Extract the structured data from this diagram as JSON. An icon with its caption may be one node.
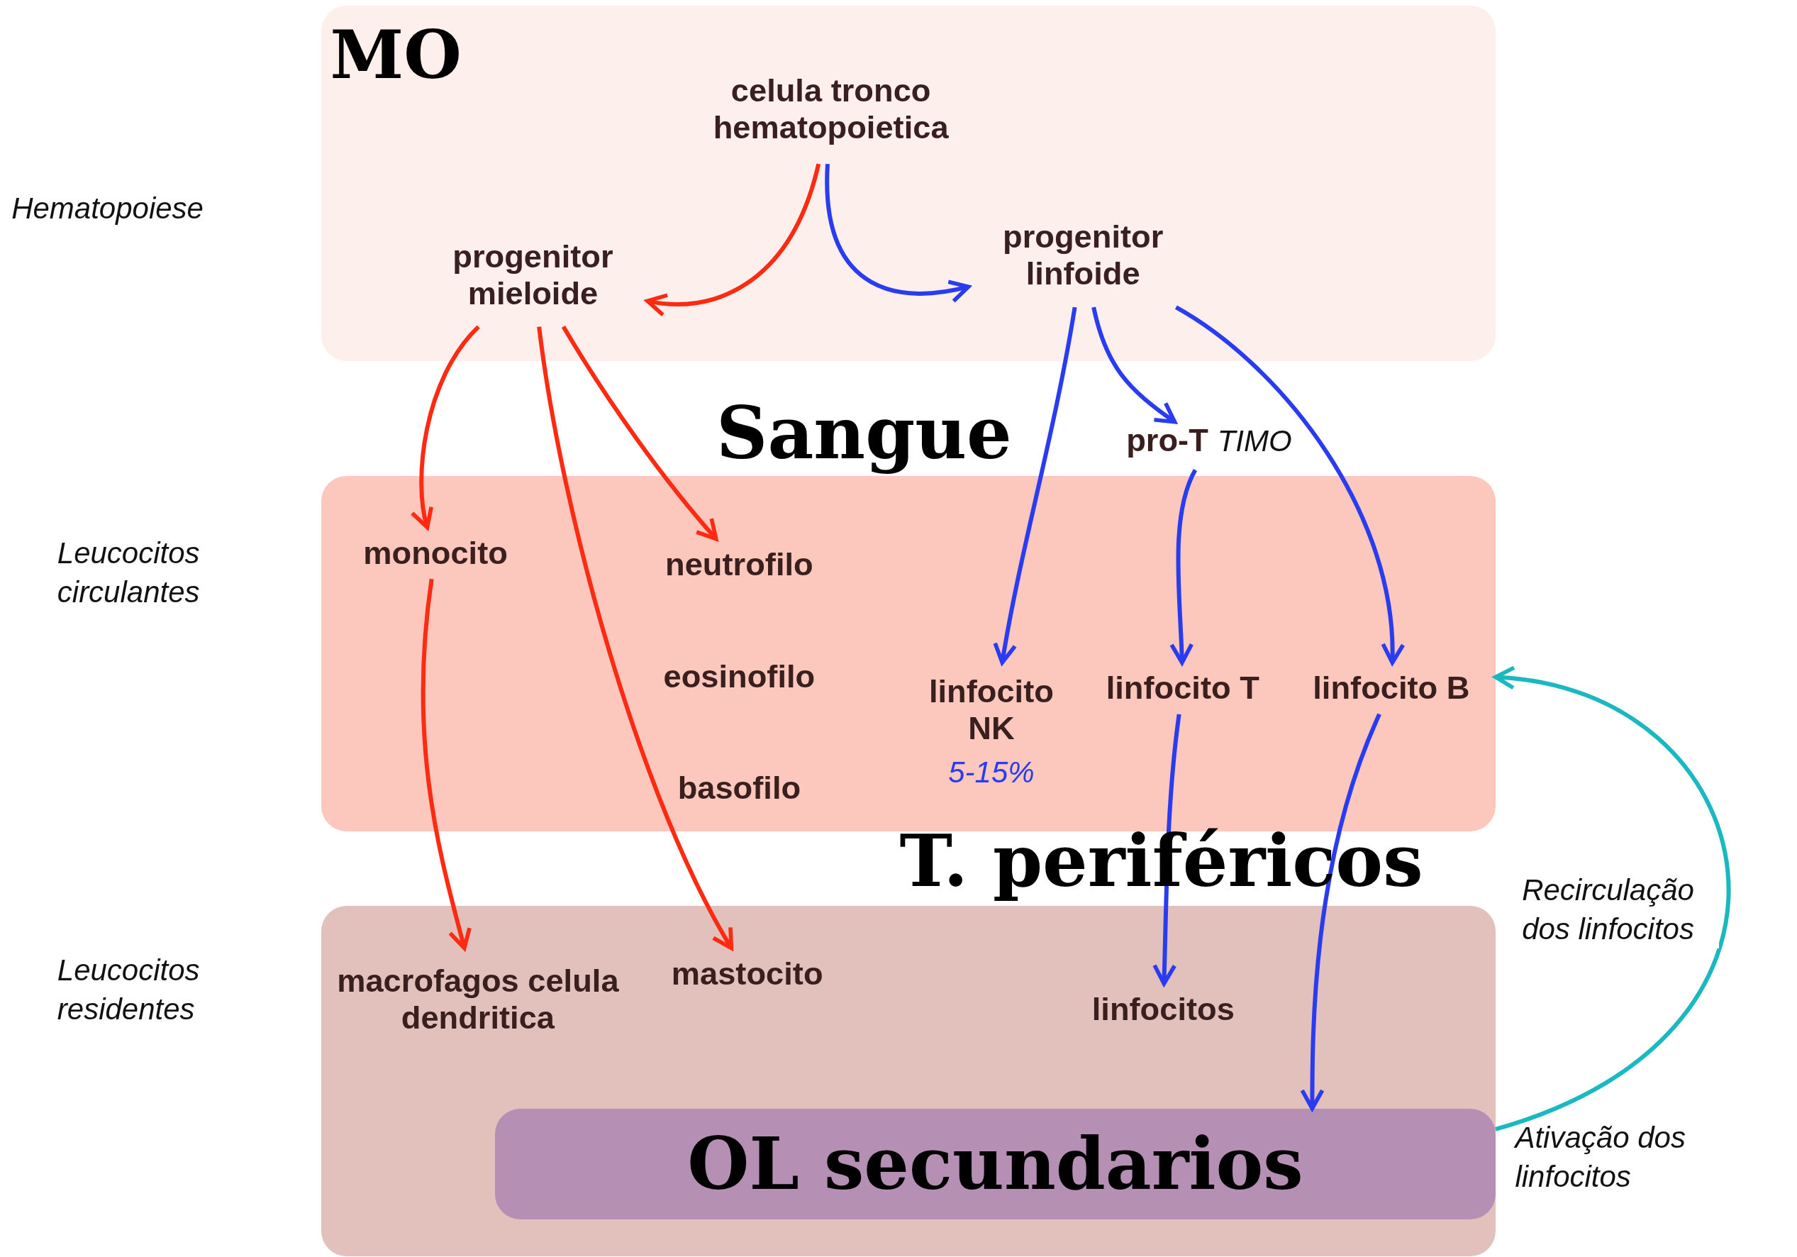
{
  "diagram": {
    "nodes": [
      {
        "text": [
          "MO"
        ]
      },
      {
        "text": [
          "celula tronco hematopoietica"
        ],
        "in": 0
      },
      {
        "text": [
          "progenitor mieloide"
        ],
        "in": 0
      },
      {
        "text": [
          "progenitor linfoide"
        ],
        "in": 0
      },
      {
        "text": [
          "Sangue"
        ]
      },
      {
        "text": [
          "monocito"
        ],
        "in": 4
      },
      {
        "text": [
          "neutrofilo"
        ],
        "in": 4
      },
      {
        "text": [
          "eosinofilo"
        ],
        "in": 4
      },
      {
        "text": [
          "basofilo"
        ],
        "in": 4
      },
      {
        "text": [
          "linfocito NK"
        ],
        "beside": [
          "5-15%"
        ],
        "in": 4
      },
      {
        "text": [
          "linfocito T"
        ],
        "in": 4
      },
      {
        "text": [
          "linfocito B"
        ],
        "in": 4
      },
      {
        "text": [
          "pro-T"
        ],
        "beside": [
          "TIMO"
        ]
      },
      {
        "text": [
          "T. periféricos"
        ]
      },
      {
        "text": [
          "macrofagos celula dendritica"
        ],
        "in": 13
      },
      {
        "text": [
          "mastocito"
        ],
        "in": 13
      },
      {
        "text": [
          "linfocitos"
        ],
        "in": 13
      },
      {
        "text": [
          "OL secundarios"
        ],
        "in": 13
      }
    ],
    "edges": [
      {
        "from": 1,
        "to": 2,
        "arrow": "to",
        "color": "#ff2a12"
      },
      {
        "from": 1,
        "to": 3,
        "arrow": "to",
        "color": "#2a3cf0"
      },
      {
        "from": 2,
        "to": 5,
        "arrow": "to",
        "color": "#ff2a12"
      },
      {
        "from": 2,
        "to": 6,
        "arrow": "to",
        "color": "#ff2a12"
      },
      {
        "from": 2,
        "to": 15,
        "arrow": "to",
        "color": "#ff2a12"
      },
      {
        "from": 5,
        "to": 14,
        "arrow": "to",
        "color": "#ff2a12"
      },
      {
        "from": 3,
        "to": 9,
        "arrow": "to",
        "color": "#2a3cf0"
      },
      {
        "from": 3,
        "to": 12,
        "arrow": "to",
        "color": "#2a3cf0"
      },
      {
        "from": 3,
        "to": 11,
        "arrow": "to",
        "color": "#2a3cf0"
      },
      {
        "from": 12,
        "to": 10,
        "arrow": "to",
        "color": "#2a3cf0"
      },
      {
        "from": 10,
        "to": 16,
        "arrow": "to",
        "color": "#2a3cf0"
      },
      {
        "from": 11,
        "to": 17,
        "arrow": "to",
        "color": "#2a3cf0"
      },
      {
        "from": 17,
        "to": 4,
        "arrow": "to",
        "color": "#1ab8c0",
        "label": "Recirculação dos linfocitos"
      }
    ],
    "labels": [
      "Hematopoiese",
      "Leucocitos circulantes",
      "Leucocitos residentes",
      "Ativação dos linfocitos"
    ]
  }
}
